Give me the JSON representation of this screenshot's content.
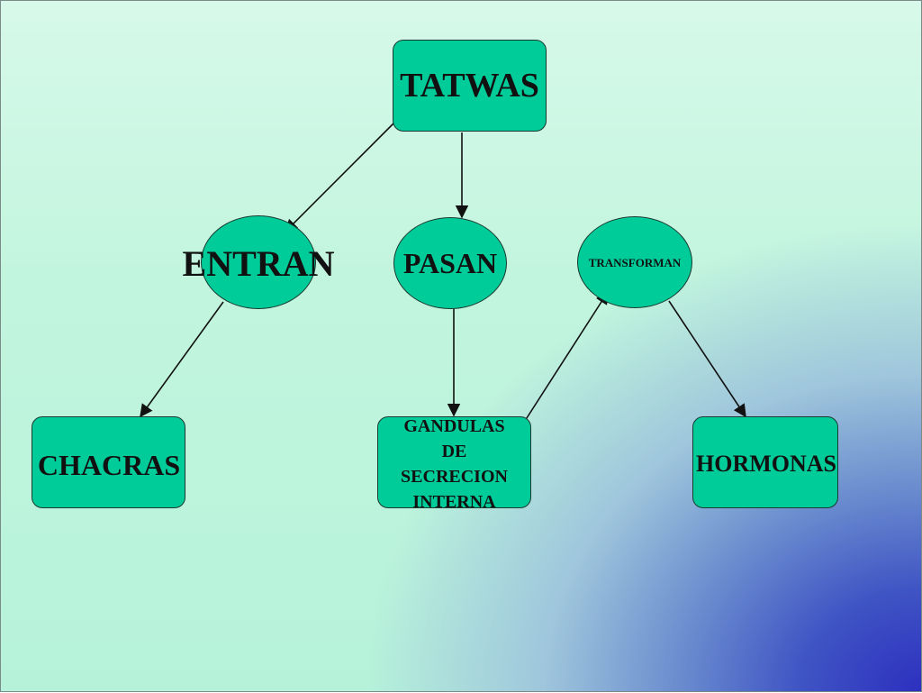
{
  "nodes": {
    "tatwas": "TATWAS",
    "entran": "ENTRAN",
    "pasan": "PASAN",
    "transforman": "TRANSFORMAN",
    "chacras": "CHACRAS",
    "glandulas": [
      "GANDULAS",
      "DE",
      "SECRECION",
      "INTERNA"
    ],
    "hormonas": "HORMONAS"
  },
  "colors": {
    "node_fill": "#00cc99",
    "node_border": "#1a3a30",
    "arrow": "#111111"
  }
}
